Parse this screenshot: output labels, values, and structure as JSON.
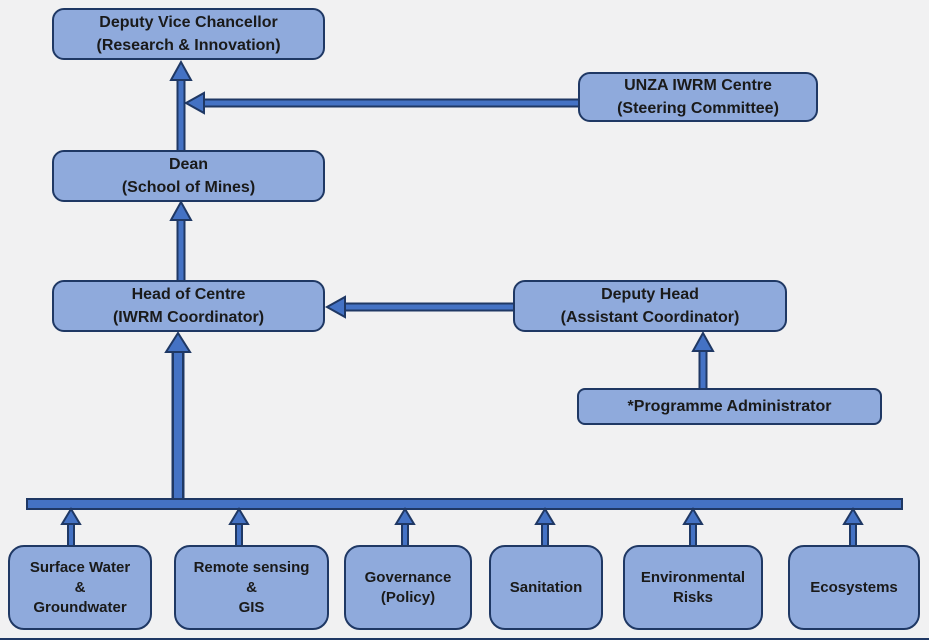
{
  "colors": {
    "background": "#F1F1F2",
    "node_fill": "#8FAADC",
    "node_border": "#1F3864",
    "arrow_fill": "#4472C4",
    "arrow_outline": "#1F3864",
    "text": "#1A1A1A"
  },
  "nodes": {
    "dvc": {
      "line1": "Deputy Vice Chancellor",
      "line2": "(Research & Innovation)"
    },
    "unza": {
      "line1": "UNZA IWRM Centre",
      "line2": "(Steering Committee)"
    },
    "dean": {
      "line1": "Dean",
      "line2": "(School of Mines)"
    },
    "head": {
      "line1": "Head of Centre",
      "line2": "(IWRM Coordinator)"
    },
    "deputy": {
      "line1": "Deputy Head",
      "line2": "(Assistant Coordinator)"
    },
    "admin": {
      "line1": "*Programme Administrator"
    }
  },
  "themes": [
    {
      "lines": [
        "Surface Water",
        "&",
        "Groundwater"
      ]
    },
    {
      "lines": [
        "Remote sensing",
        "&",
        "GIS"
      ]
    },
    {
      "lines": [
        "Governance",
        "(Policy)"
      ]
    },
    {
      "lines": [
        "Sanitation"
      ]
    },
    {
      "lines": [
        "Environmental",
        "Risks"
      ]
    },
    {
      "lines": [
        "Ecosystems"
      ]
    }
  ]
}
